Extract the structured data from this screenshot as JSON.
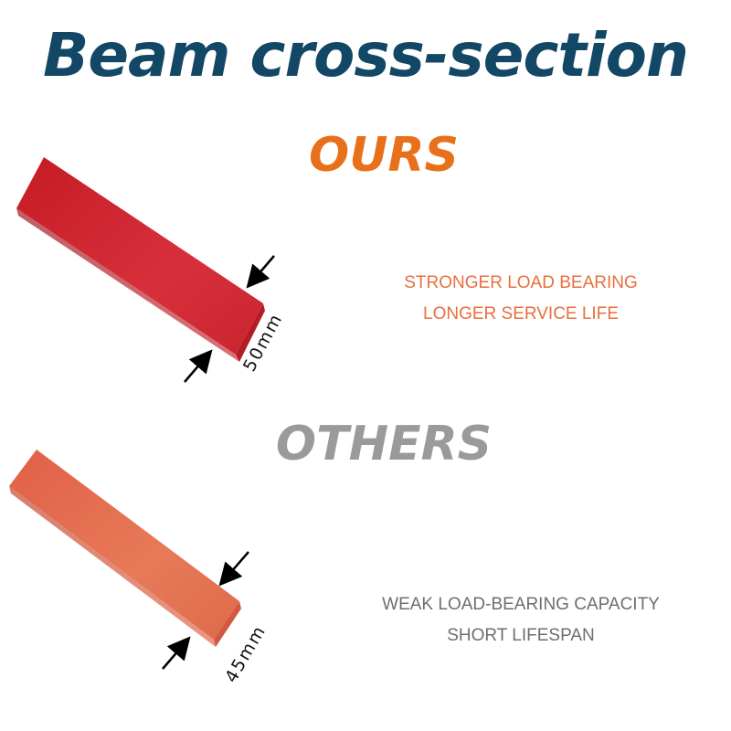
{
  "title": "Beam cross-section",
  "ours": {
    "label": "OURS",
    "claim_line1": "STRONGER LOAD BEARING",
    "claim_line2": "LONGER SERVICE LIFE",
    "dimension": "50mm",
    "beam_color": "#cc2229",
    "accent": "#e8701a"
  },
  "others": {
    "label": "OTHERS",
    "claim_line1": "WEAK LOAD-BEARING CAPACITY",
    "claim_line2": "SHORT LIFESPAN",
    "dimension": "45mm",
    "beam_color": "#e06a4a",
    "accent": "#9a9a9a"
  },
  "colors": {
    "title": "#124766"
  },
  "icons": [
    "arrow-icon"
  ]
}
